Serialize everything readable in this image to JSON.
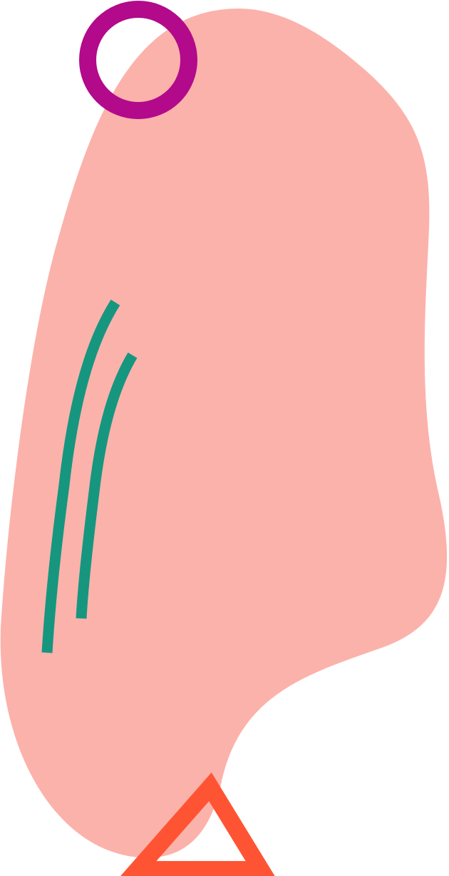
{
  "illustration": {
    "shapes": [
      {
        "name": "blob",
        "color": "#FBB2AB"
      },
      {
        "name": "ring",
        "color": "#B20A8A"
      },
      {
        "name": "stroke-lines",
        "color": "#16967F"
      },
      {
        "name": "triangle",
        "color": "#FF5433"
      }
    ]
  }
}
